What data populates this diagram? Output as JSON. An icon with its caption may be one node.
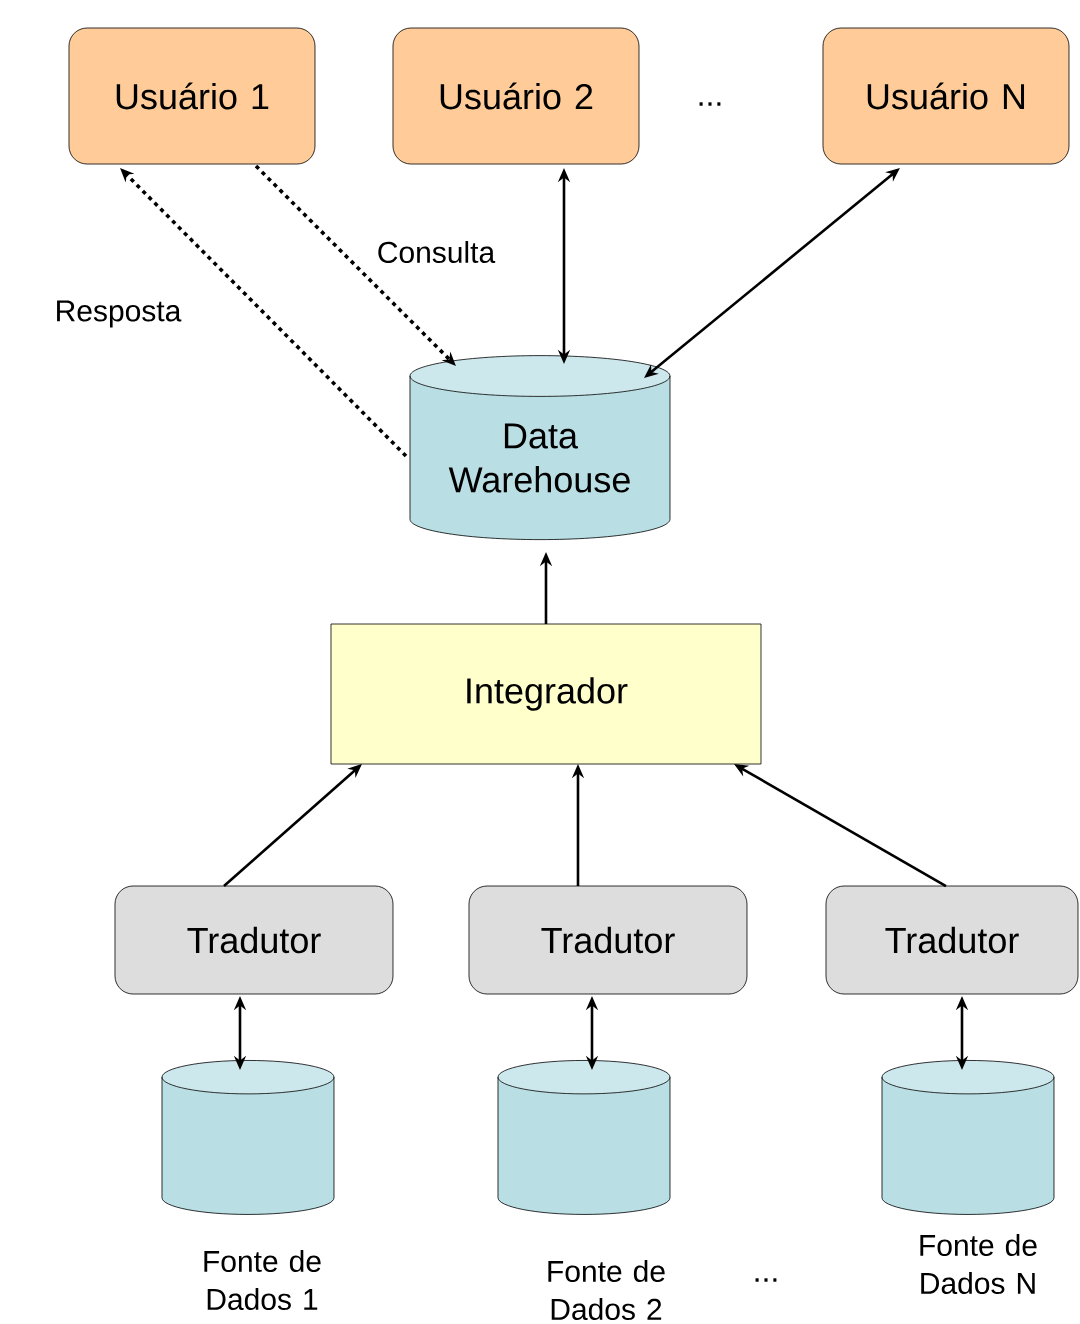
{
  "diagram": {
    "nodes": [
      {
        "text": [
          "Usuário 1"
        ]
      },
      {
        "text": [
          "Usuário 2"
        ]
      },
      {
        "text": [
          "Usuário N"
        ]
      },
      {
        "text": [
          "Data Warehouse"
        ]
      },
      {
        "text": [
          "Integrador"
        ]
      },
      {
        "text": [
          "Tradutor"
        ]
      },
      {
        "text": [
          "Tradutor"
        ]
      },
      {
        "text": [
          "Tradutor"
        ]
      },
      {
        "text": [],
        "shape": "cylinder",
        "beside": [
          "Fonte de Dados 1"
        ]
      },
      {
        "text": [],
        "shape": "cylinder",
        "beside": [
          "Fonte de Dados 2"
        ]
      },
      {
        "text": [],
        "shape": "cylinder",
        "beside": [
          "Fonte de Dados N"
        ]
      }
    ],
    "edges": [
      {
        "from": 0,
        "to": 3,
        "arrow": "to",
        "label": "Consulta",
        "style": "dashed"
      },
      {
        "from": 3,
        "to": 0,
        "arrow": "to",
        "label": "Resposta",
        "style": "dashed"
      },
      {
        "from": 1,
        "to": 3,
        "arrow": "both"
      },
      {
        "from": 2,
        "to": 3,
        "arrow": "both"
      },
      {
        "from": 4,
        "to": 3,
        "arrow": "to"
      },
      {
        "from": 5,
        "to": 4,
        "arrow": "to"
      },
      {
        "from": 6,
        "to": 4,
        "arrow": "to"
      },
      {
        "from": 7,
        "to": 4,
        "arrow": "to"
      },
      {
        "from": 5,
        "to": 8,
        "arrow": "both"
      },
      {
        "from": 6,
        "to": 9,
        "arrow": "both"
      },
      {
        "from": 7,
        "to": 10,
        "arrow": "both"
      }
    ],
    "labels": [
      "...",
      "..."
    ]
  }
}
